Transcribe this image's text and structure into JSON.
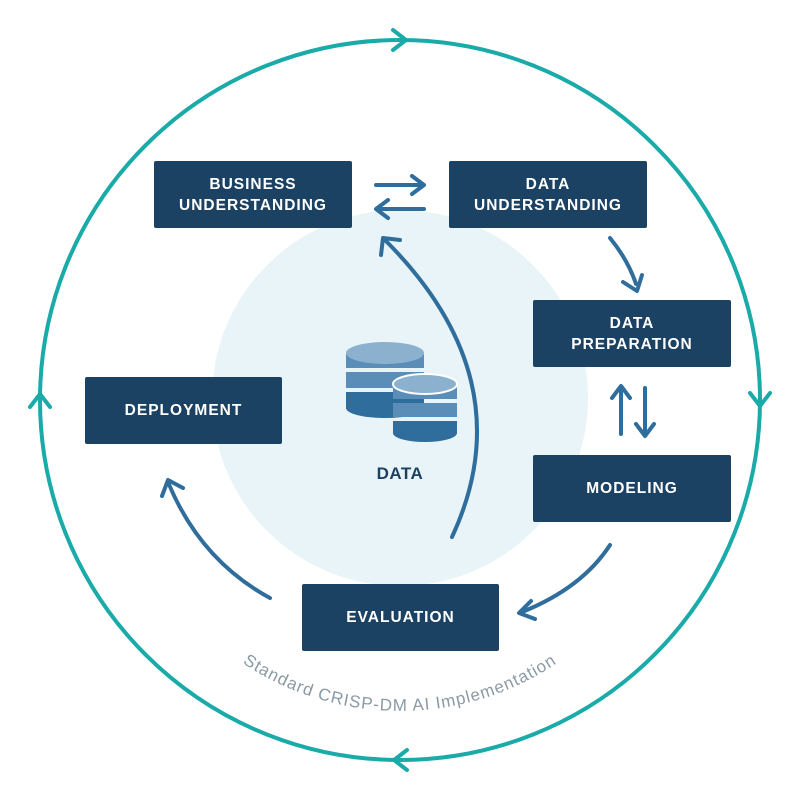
{
  "colors": {
    "cycle": "#1aaba9",
    "box": "#1b4163",
    "arrow": "#2f6d9c",
    "inner_circle": "#e8f4f7",
    "caption": "#8a9aa4",
    "db_light": "#8bb1cf",
    "db_mid": "#5a8db8",
    "db_dark": "#2f6d9c"
  },
  "phases": {
    "business_understanding": [
      "BUSINESS",
      "UNDERSTANDING"
    ],
    "data_understanding": [
      "DATA",
      "UNDERSTANDING"
    ],
    "data_preparation": [
      "DATA",
      "PREPARATION"
    ],
    "modeling": [
      "MODELING"
    ],
    "evaluation": [
      "EVALUATION"
    ],
    "deployment": [
      "DEPLOYMENT"
    ]
  },
  "center": {
    "label": "DATA",
    "icon": "database-icon"
  },
  "caption": "Standard CRISP-DM AI Implementation"
}
